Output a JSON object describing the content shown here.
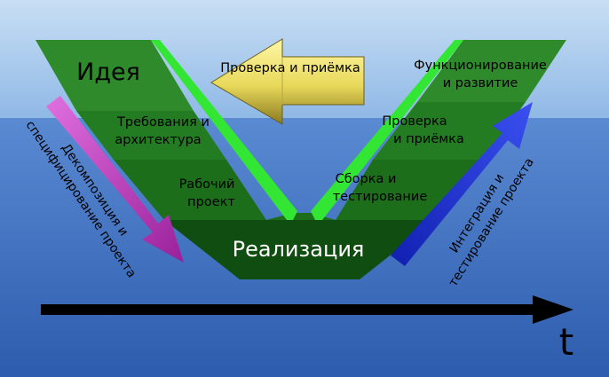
{
  "diagram": {
    "title": "",
    "left_phases": [
      {
        "lines": [
          "Идея"
        ]
      },
      {
        "lines": [
          "Требования и",
          "архитектура"
        ]
      },
      {
        "lines": [
          "Рабочий",
          "проект"
        ]
      }
    ],
    "right_phases": [
      {
        "lines": [
          "Функционирование",
          "и развитие"
        ]
      },
      {
        "lines": [
          "Проверка",
          "и приёмка"
        ]
      },
      {
        "lines": [
          "Сборка и",
          "тестирование"
        ]
      }
    ],
    "bottom_phase": "Реализация",
    "top_arrow_label": "Проверка и приёмка",
    "left_arrow_lines": [
      "Декомпозиция и",
      "специфицирование проекта"
    ],
    "right_arrow_lines": [
      "Интеграция и",
      "тестирование проекта"
    ],
    "time_axis_label": "t",
    "colors": {
      "sky_top": "#9ec3e8",
      "sea": "#3e6fc0",
      "band_1": "#2f8a2c",
      "band_2": "#237a22",
      "band_3": "#1b6a1a",
      "band_4": "#104d10",
      "edge_green": "#33e633",
      "arrow_yellow": "#f0e060",
      "arrow_magenta": "#c040c0",
      "arrow_blue": "#2030d0",
      "axis": "#000000"
    }
  }
}
